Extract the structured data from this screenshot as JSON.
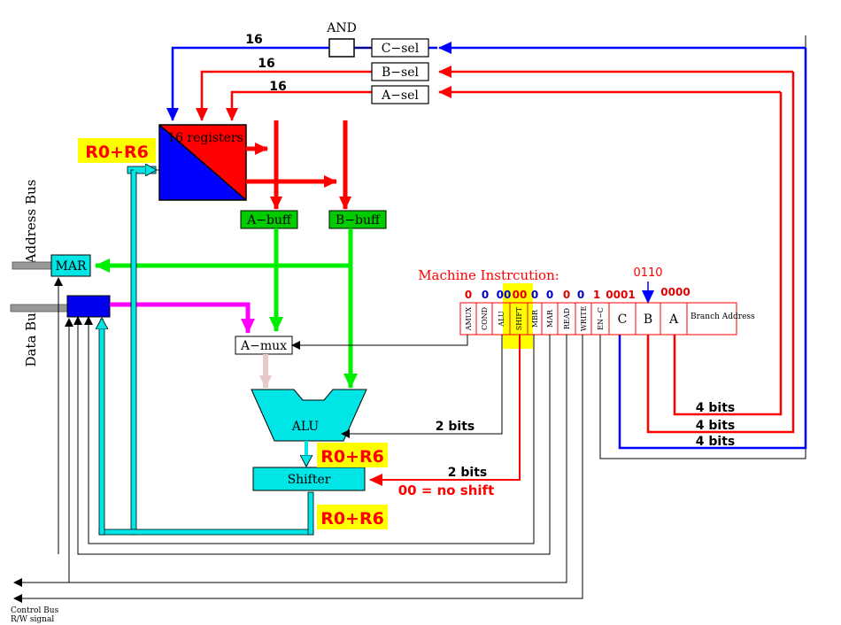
{
  "sel": {
    "and": "AND",
    "c": "C−sel",
    "b": "B−sel",
    "a": "A−sel",
    "w1": "16",
    "w2": "16",
    "w3": "16"
  },
  "registers": {
    "label": "16 registers",
    "highlight_top": "R0+R6"
  },
  "buffers": {
    "a": "A−buff",
    "b": "B−buff"
  },
  "left": {
    "address_bus": "Address Bus",
    "data_bus": "Data Bus",
    "mar": "MAR",
    "control_bus": "Control Bus",
    "rw_signal": "R/W signal"
  },
  "datapath": {
    "amux": "A−mux",
    "alu": "ALU",
    "shifter": "Shifter",
    "alu_result": "R0+R6",
    "shifter_result": "R0+R6"
  },
  "instruction": {
    "title": "Machine Instrcution:",
    "fields": [
      "AMUX",
      "COND",
      "ALU",
      "SHIFT",
      "MBR",
      "MAR",
      "READ",
      "WRITE",
      "EN−C",
      "C",
      "B",
      "A",
      "Branch Address"
    ],
    "values": [
      {
        "text": "0",
        "color": "#e00000"
      },
      {
        "text": "0",
        "color": "#0000cc"
      },
      {
        "text": "00",
        "color": "#0000cc"
      },
      {
        "text": "00",
        "color": "#e00000"
      },
      {
        "text": "00",
        "color": "#e00000"
      },
      {
        "text": "0",
        "color": "#0000cc"
      },
      {
        "text": "0",
        "color": "#0000cc"
      },
      {
        "text": "0",
        "color": "#e00000"
      },
      {
        "text": "0",
        "color": "#0000cc"
      },
      {
        "text": "0",
        "color": "#0000cc"
      },
      {
        "text": "1",
        "color": "#e00000"
      },
      {
        "text": "0001",
        "color": "#e00000"
      },
      {
        "text": "0000",
        "color": "#e00000"
      }
    ],
    "b_value": "0110"
  },
  "wires": {
    "alu_bits": "2 bits",
    "shift_bits": "2 bits",
    "no_shift": "00 = no shift",
    "a_bits": "4 bits",
    "b_bits": "4 bits",
    "c_bits": "4 bits"
  },
  "colors": {
    "blue": "#0000ff",
    "red": "#ff0000",
    "green": "#00ff00",
    "cyan": "#00e5e5",
    "magenta": "#ff00ff",
    "yellow": "#ffff00",
    "greenbox": "#00cc00"
  }
}
